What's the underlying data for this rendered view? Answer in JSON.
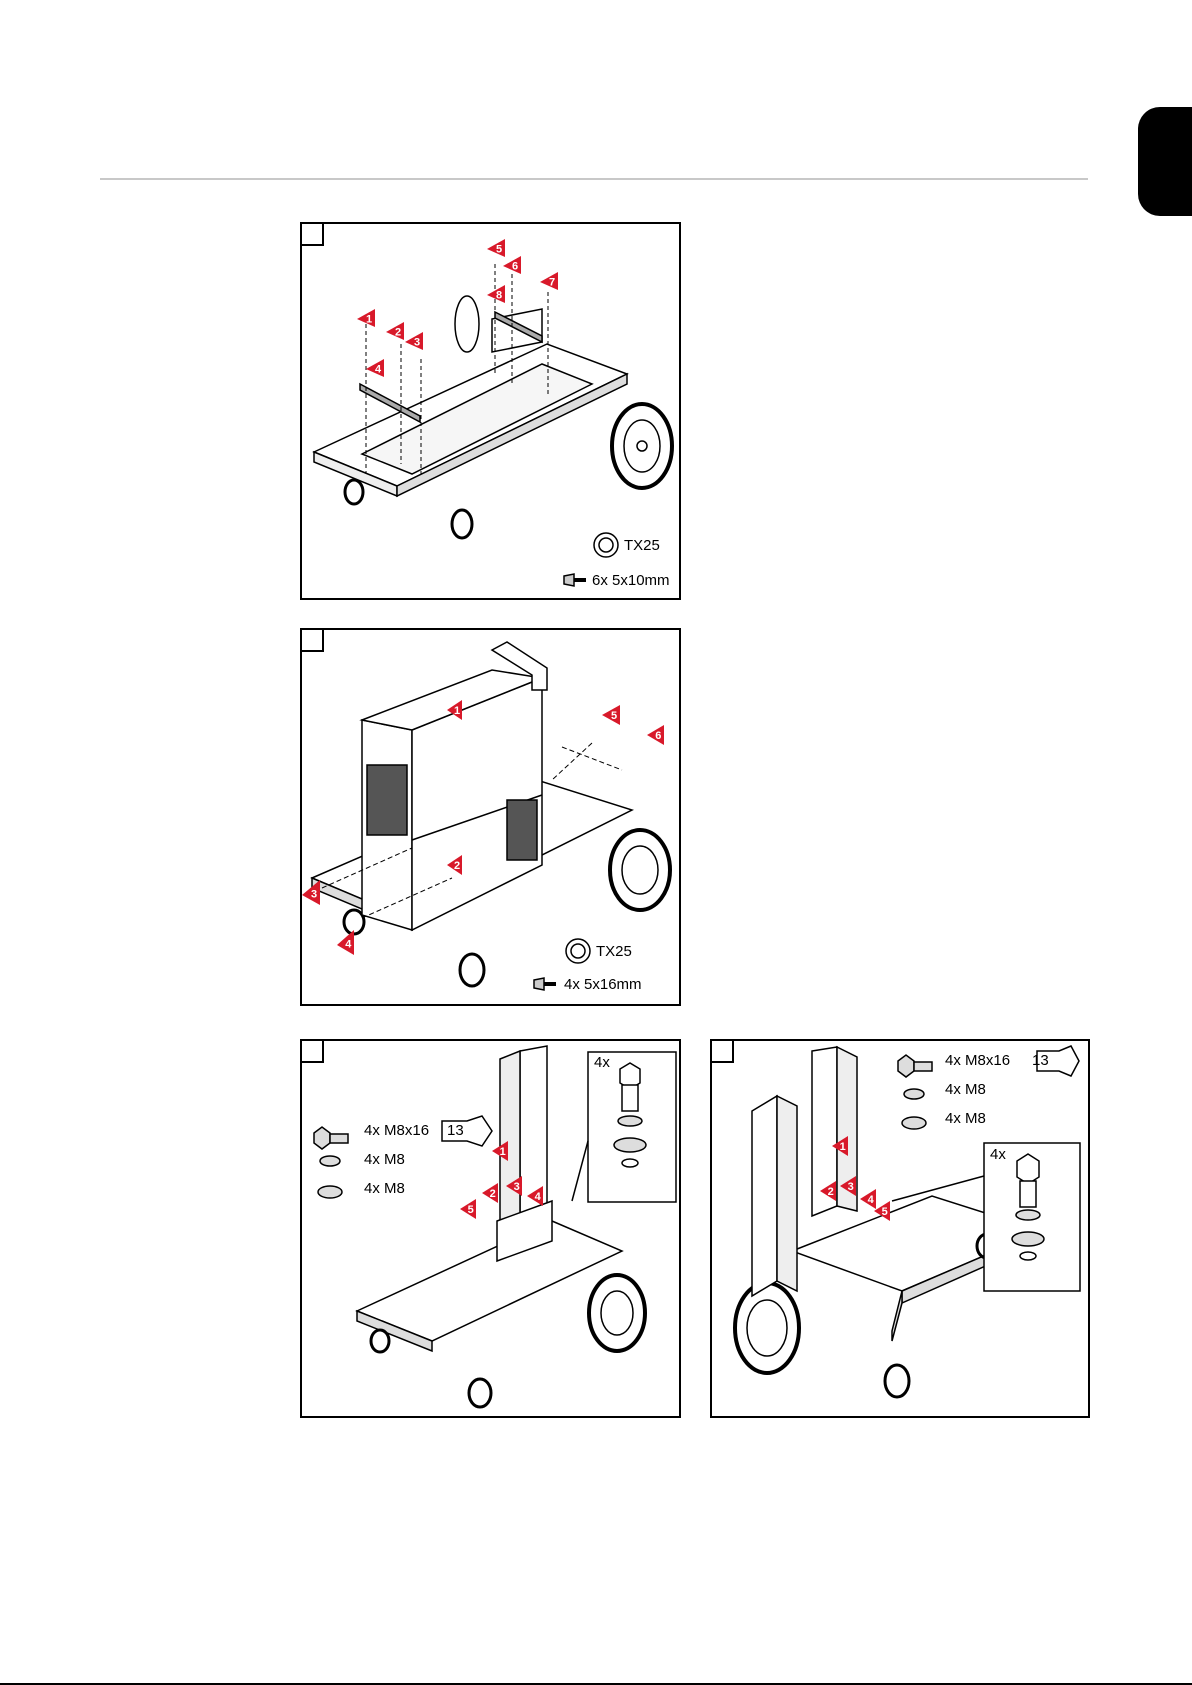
{
  "panel1": {
    "tool": "TX25",
    "screws": "6x 5x10mm",
    "markers": [
      "1",
      "2",
      "3",
      "4",
      "5",
      "6",
      "7",
      "8"
    ]
  },
  "panel2": {
    "tool": "TX25",
    "screws": "4x 5x16mm",
    "markers": [
      "1",
      "2",
      "3",
      "4",
      "5",
      "6"
    ]
  },
  "panel3": {
    "bolt": "4x M8x16",
    "wrench": "13",
    "washer1": "4x M8",
    "washer2": "4x M8",
    "detail": "4x",
    "markers": [
      "1",
      "2",
      "3",
      "4",
      "5"
    ]
  },
  "panel4": {
    "bolt": "4x M8x16",
    "wrench": "13",
    "washer1": "4x M8",
    "washer2": "4x M8",
    "detail": "4x",
    "markers": [
      "1",
      "2",
      "3",
      "4",
      "5"
    ]
  },
  "colors": {
    "marker": "#d8192a",
    "rule": "#c8c8c8"
  }
}
